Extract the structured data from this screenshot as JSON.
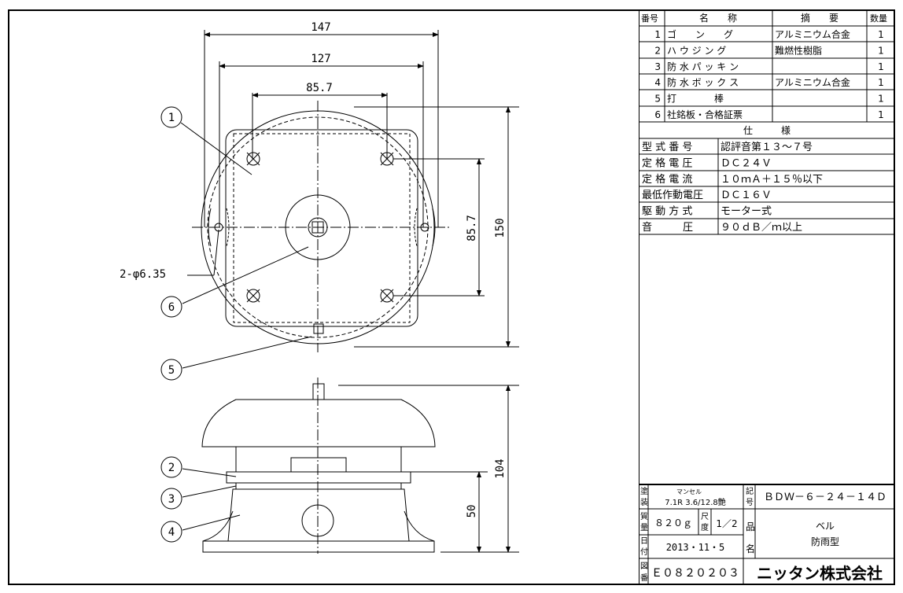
{
  "parts_header": {
    "no": "番号",
    "name": "名　　称",
    "summary": "摘　　要",
    "qty": "数量"
  },
  "parts": [
    {
      "no": "1",
      "name": "ゴ　　ン　　グ",
      "summary": "アルミニウム合金",
      "qty": "1"
    },
    {
      "no": "2",
      "name": "ハ ウ ジ ン グ",
      "summary": "難燃性樹脂",
      "qty": "1"
    },
    {
      "no": "3",
      "name": "防 水 パ ッ キ ン",
      "summary": "",
      "qty": "1"
    },
    {
      "no": "4",
      "name": "防 水 ボ ッ ク ス",
      "summary": "アルミニウム合金",
      "qty": "1"
    },
    {
      "no": "5",
      "name": "打　　　　棒",
      "summary": "",
      "qty": "1"
    },
    {
      "no": "6",
      "name": "社銘板・合格証票",
      "summary": "",
      "qty": "1"
    }
  ],
  "spec_header": "仕　　　様",
  "specs": [
    {
      "label": "型 式 番 号",
      "value": "認評音第１３～７号"
    },
    {
      "label": "定 格 電 圧",
      "value": "ＤＣ２４Ｖ"
    },
    {
      "label": "定 格 電 流",
      "value": "１０ｍＡ＋１５％以下"
    },
    {
      "label": "最低作動電圧",
      "value": "ＤＣ１６Ｖ"
    },
    {
      "label": "駆 動 方 式",
      "value": "モーター式"
    },
    {
      "label": "音　　　圧",
      "value": "９０ｄＢ／ｍ以上"
    }
  ],
  "title_block": {
    "paint_label": "塗装",
    "paint_munsell": "マンセル",
    "paint_value": "7.1R 3.6/12.8艶",
    "symbol_label": "記号",
    "symbol": "ＢＤＷ－６－２４－１４Ｄ",
    "mass_label": "質量",
    "mass": "８２０ｇ",
    "scale_label": "尺度",
    "scale": "1／2",
    "item_label": "品",
    "name_label": "名",
    "product_name": "ベル",
    "product_sub": "防雨型",
    "date_label": "日付",
    "date": "2013・11・5",
    "drawing_no_label": "図番",
    "drawing_no": "Ｅ０８２０２０３",
    "company": "ニッタン株式会社"
  },
  "dimensions": {
    "d147": "147",
    "d127": "127",
    "d857_top": "85.7",
    "d857_side": "85.7",
    "d150": "150",
    "d104": "104",
    "d50": "50",
    "holes": "2-φ6.35"
  },
  "callouts": [
    "1",
    "2",
    "3",
    "4",
    "5",
    "6"
  ]
}
